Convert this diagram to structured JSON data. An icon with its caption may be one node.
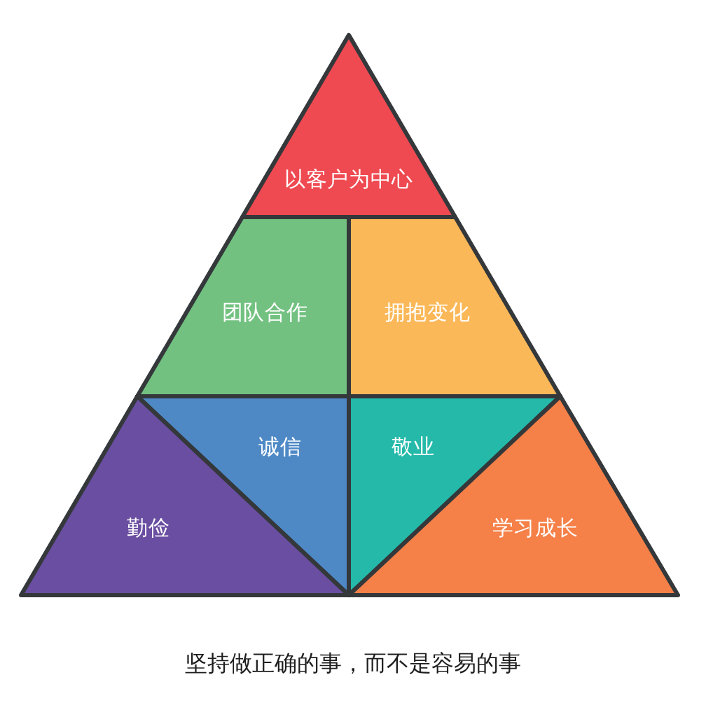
{
  "diagram": {
    "caption": "坚持做正确的事，而不是容易的事",
    "nodes": [
      {
        "text": [
          "以客户为中心"
        ]
      },
      {
        "text": [
          "团队合作"
        ]
      },
      {
        "text": [
          "拥抱变化"
        ]
      },
      {
        "text": [
          "诚信"
        ]
      },
      {
        "text": [
          "敬业"
        ]
      },
      {
        "text": [
          "勤俭"
        ]
      },
      {
        "text": [
          "学习成长"
        ]
      }
    ]
  }
}
